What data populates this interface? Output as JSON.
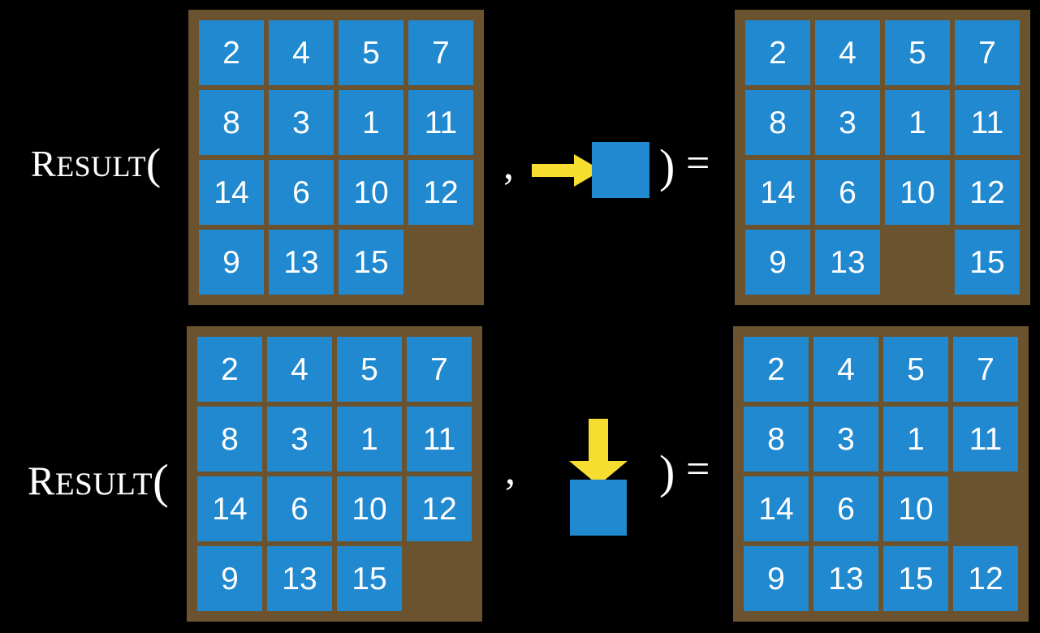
{
  "background_color": "#000000",
  "colors": {
    "tile": "#2189d0",
    "board_frame": "#6b5330",
    "arrow": "#f7dd2f",
    "text": "#ffffff"
  },
  "rows": [
    {
      "id": "row-1",
      "label": {
        "first_letter": "R",
        "rest": "ESULT",
        "open_paren": "("
      },
      "comma": ",",
      "close_paren": ")",
      "equals": "=",
      "move_icon": "arrow-right-icon",
      "move_direction": "right",
      "input_grid": {
        "name": "input-board-row-1",
        "cells": [
          "2",
          "4",
          "5",
          "7",
          "8",
          "3",
          "1",
          "11",
          "14",
          "6",
          "10",
          "12",
          "9",
          "13",
          "15",
          ""
        ]
      },
      "output_grid": {
        "name": "output-board-row-1",
        "cells": [
          "2",
          "4",
          "5",
          "7",
          "8",
          "3",
          "1",
          "11",
          "14",
          "6",
          "10",
          "12",
          "9",
          "13",
          "",
          "15"
        ]
      }
    },
    {
      "id": "row-2",
      "label": {
        "first_letter": "R",
        "rest": "ESULT",
        "open_paren": "("
      },
      "comma": ",",
      "close_paren": ")",
      "equals": "=",
      "move_icon": "arrow-down-icon",
      "move_direction": "down",
      "input_grid": {
        "name": "input-board-row-2",
        "cells": [
          "2",
          "4",
          "5",
          "7",
          "8",
          "3",
          "1",
          "11",
          "14",
          "6",
          "10",
          "12",
          "9",
          "13",
          "15",
          ""
        ]
      },
      "output_grid": {
        "name": "output-board-row-2",
        "cells": [
          "2",
          "4",
          "5",
          "7",
          "8",
          "3",
          "1",
          "11",
          "14",
          "6",
          "10",
          "",
          "9",
          "13",
          "15",
          "12"
        ]
      }
    }
  ]
}
